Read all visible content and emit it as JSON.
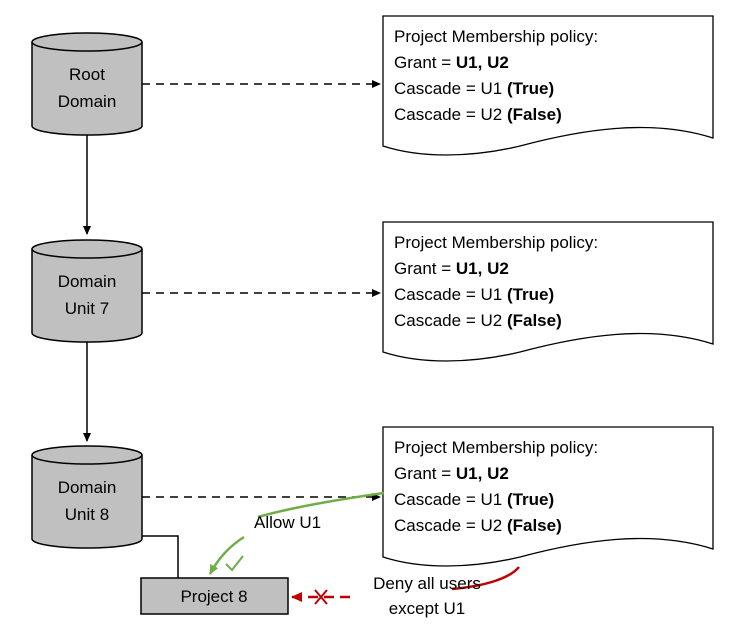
{
  "nodes": {
    "root": {
      "line1": "Root",
      "line2": "Domain"
    },
    "du7": {
      "line1": "Domain",
      "line2": "Unit 7"
    },
    "du8": {
      "line1": "Domain",
      "line2": "Unit 8"
    },
    "project": {
      "label": "Project 8"
    }
  },
  "policies": [
    {
      "title": "Project Membership policy:",
      "grant_prefix": "Grant = ",
      "grant_value": "U1, U2",
      "cascade1_prefix": "Cascade = U1 ",
      "cascade1_value": "(True)",
      "cascade2_prefix": "Cascade = U2 ",
      "cascade2_value": "(False)"
    },
    {
      "title": "Project Membership policy:",
      "grant_prefix": "Grant = ",
      "grant_value": "U1, U2",
      "cascade1_prefix": "Cascade = U1 ",
      "cascade1_value": "(True)",
      "cascade2_prefix": "Cascade = U2 ",
      "cascade2_value": "(False)"
    },
    {
      "title": "Project Membership policy:",
      "grant_prefix": "Grant = ",
      "grant_value": "U1, U2",
      "cascade1_prefix": "Cascade = U1 ",
      "cascade1_value": "(True)",
      "cascade2_prefix": "Cascade = U2 ",
      "cascade2_value": "(False)"
    }
  ],
  "annotations": {
    "allow": "Allow U1",
    "deny_line1": "Deny all users",
    "deny_line2": "except U1"
  },
  "colors": {
    "cylinder_fill": "#c0c0c0",
    "allow_green": "#70ad47",
    "deny_red": "#c00000"
  }
}
